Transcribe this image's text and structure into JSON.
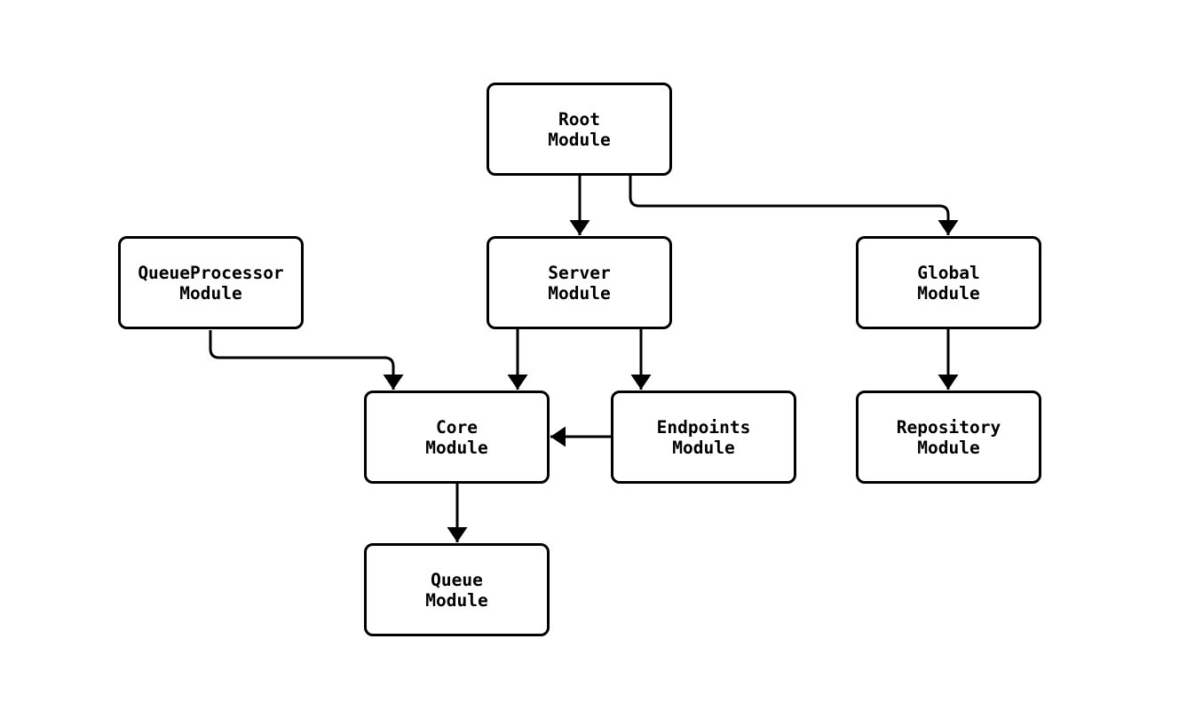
{
  "diagram": {
    "kind": "module-dependency-graph",
    "background_color": "#ffffff",
    "node_fill_color": "#ffffff",
    "node_border_color": "#000000",
    "edge_color": "#000000",
    "nodes": [
      {
        "id": "root",
        "label": "Root\nModule"
      },
      {
        "id": "queueprocessor",
        "label": "QueueProcessor\nModule"
      },
      {
        "id": "server",
        "label": "Server\nModule"
      },
      {
        "id": "global",
        "label": "Global\nModule"
      },
      {
        "id": "core",
        "label": "Core\nModule"
      },
      {
        "id": "endpoints",
        "label": "Endpoints\nModule"
      },
      {
        "id": "repository",
        "label": "Repository\nModule"
      },
      {
        "id": "queue",
        "label": "Queue\nModule"
      }
    ],
    "edges": [
      {
        "from": "root",
        "to": "server"
      },
      {
        "from": "root",
        "to": "global"
      },
      {
        "from": "queueprocessor",
        "to": "core"
      },
      {
        "from": "server",
        "to": "core"
      },
      {
        "from": "server",
        "to": "endpoints"
      },
      {
        "from": "global",
        "to": "repository"
      },
      {
        "from": "endpoints",
        "to": "core"
      },
      {
        "from": "core",
        "to": "queue"
      }
    ]
  }
}
